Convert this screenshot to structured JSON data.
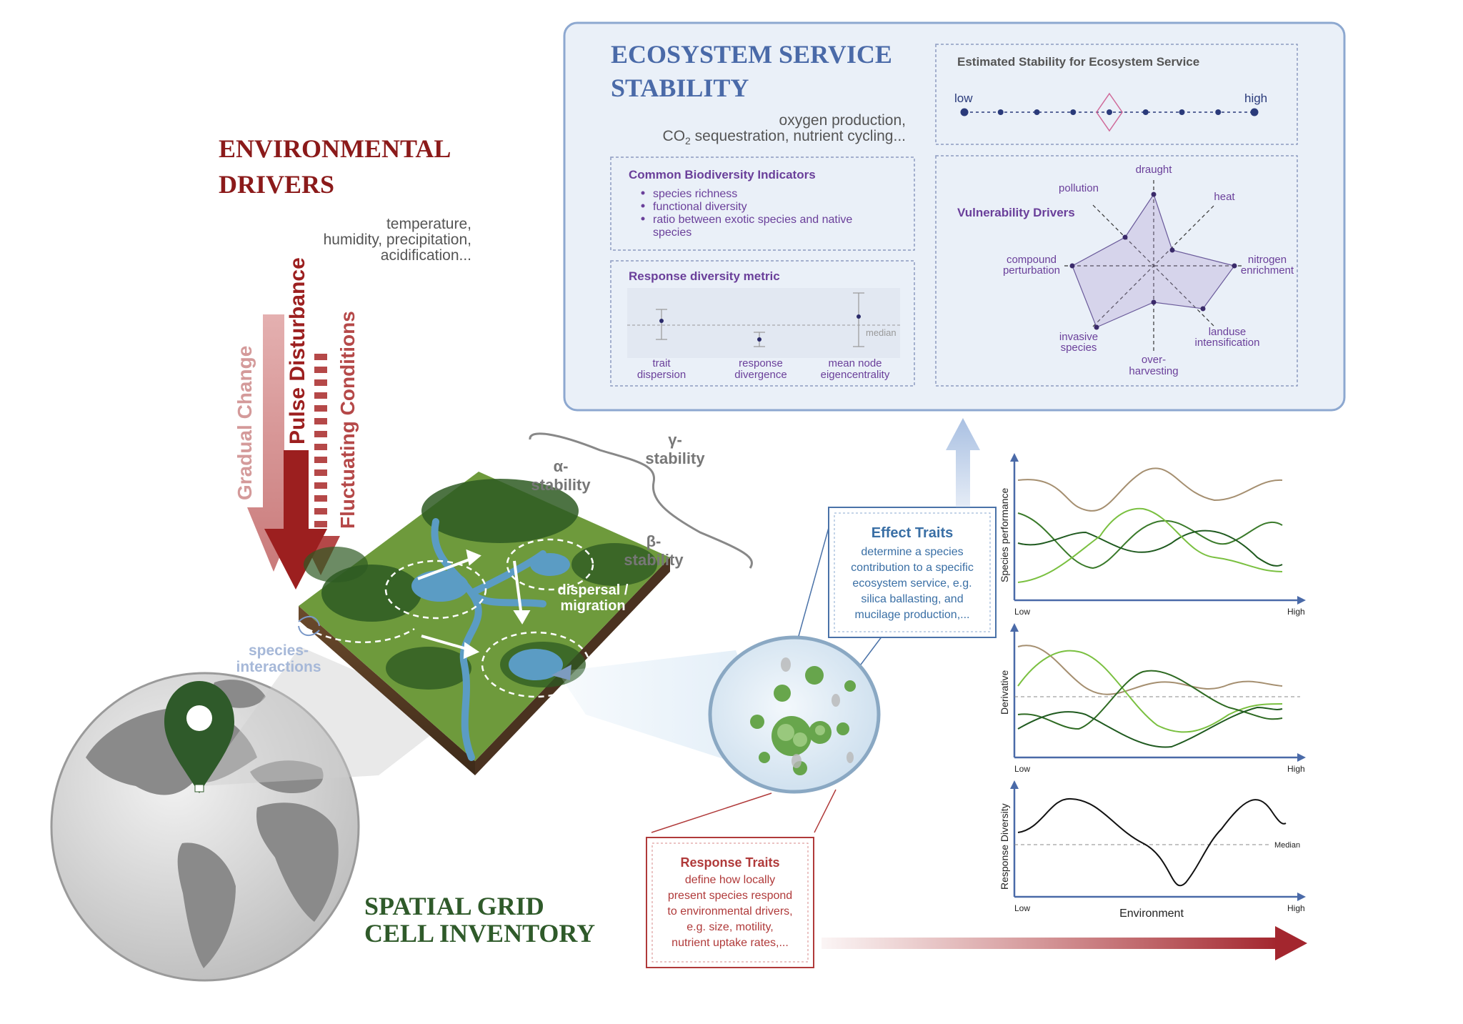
{
  "env": {
    "title_line1": "ENVIRONMENTAL",
    "title_line2": "DRIVERS",
    "examples_line1": "temperature,",
    "examples_line2": "humidity, precipitation,",
    "examples_line3": "acidification...",
    "arrow_gradual": "Gradual Change",
    "arrow_pulse": "Pulse Disturbance",
    "arrow_fluct": "Fluctuating Conditions"
  },
  "landscape": {
    "alpha_line1": "α-",
    "alpha_line2": "stability",
    "beta_line1": "β-",
    "beta_line2": "stability",
    "gamma_line1": "γ-",
    "gamma_line2": "stability",
    "dispersal_line1": "dispersal /",
    "dispersal_line2": "migration",
    "interactions_line1": "species-",
    "interactions_line2": "interactions"
  },
  "spatial": {
    "title_line1": "SPATIAL GRID",
    "title_line2": "CELL INVENTORY"
  },
  "ess": {
    "title_line1": "ECOSYSTEM SERVICE",
    "title_line2": "STABILITY",
    "examples_line1": "oxygen production,",
    "examples_line2": "sequestration, nutrient cycling...",
    "co2": "CO",
    "co2_sub": "2",
    "stability_title": "Estimated Stability for Ecosystem Service",
    "low": "low",
    "high": "high",
    "stability_level": 0.5,
    "indicators_title": "Common Biodiversity Indicators",
    "indicators": [
      "species richness",
      "functional diversity",
      "ratio between exotic species and native",
      "species"
    ],
    "response_title": "Response diversity metric",
    "median_label": "median",
    "metrics": [
      {
        "line1": "trait",
        "line2": "dispersion"
      },
      {
        "line1": "response",
        "line2": "divergence"
      },
      {
        "line1": "mean node",
        "line2": "eigencentrality"
      }
    ],
    "vuln_title": "Vulnerability Drivers",
    "radar_labels": {
      "draught": "draught",
      "heat": "heat",
      "nitrogen1": "nitrogen",
      "nitrogen2": "enrichment",
      "landuse1": "landuse",
      "landuse2": "intensification",
      "over1": "over-",
      "over2": "harvesting",
      "invasive1": "invasive",
      "invasive2": "species",
      "compound1": "compound",
      "compound2": "perturbation",
      "pollution": "pollution"
    }
  },
  "effect": {
    "title": "Effect Traits",
    "lines": [
      "determine a species",
      "contribution to a specific",
      "ecosystem service, e.g.",
      "silica ballasting, and",
      "mucilage production,..."
    ]
  },
  "response_traits": {
    "title": "Response Traits",
    "lines": [
      "define how locally",
      "present species respond",
      "to environmental drivers,",
      "e.g. size, motility,",
      "nutrient uptake rates,..."
    ]
  },
  "plots": {
    "y1": "Species performance",
    "y2": "Derivative",
    "y3": "Response Diversity",
    "low": "Low",
    "high": "High",
    "median": "Median",
    "x_label": "Environment"
  },
  "colors": {
    "env_red": "#8b1a1a",
    "ess_blue": "#4a6aa8",
    "spatial_green": "#2f5a2a",
    "effect_blue": "#3a6fa5",
    "response_red": "#b03a3a",
    "purple": "#6a3f9a"
  }
}
